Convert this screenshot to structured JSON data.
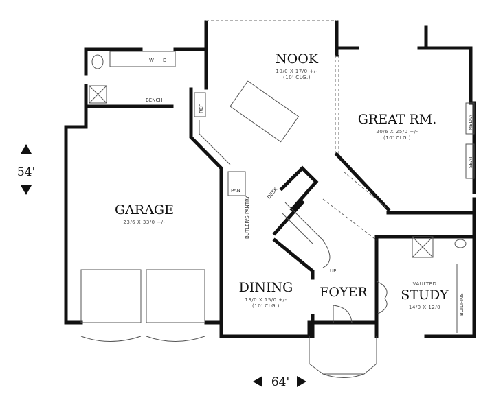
{
  "rooms": {
    "nook": {
      "name": "NOOK",
      "size": "10/0 X 17/0 +/-",
      "ceiling": "(10' CLG.)"
    },
    "great_room": {
      "name": "GREAT RM.",
      "size": "20/6 X 25/0 +/-",
      "ceiling": "(10' CLG.)"
    },
    "garage": {
      "name": "GARAGE",
      "size": "23/6 X 33/0 +/-"
    },
    "dining": {
      "name": "DINING",
      "size": "13/0 X 15/0 +/-",
      "ceiling": "(10' CLG.)"
    },
    "foyer": {
      "name": "FOYER"
    },
    "study": {
      "prefix": "VAULTED",
      "name": "STUDY",
      "size": "14/0 X 12/0"
    }
  },
  "fixtures": {
    "washer": "W",
    "dryer": "D",
    "bench": "BENCH",
    "ref": "REF",
    "pantry": "PAN",
    "butlers_pantry": "BUTLER'S PANTRY",
    "desk": "DESK",
    "up": "UP",
    "media": "MEDIA",
    "seat": "SEAT",
    "built_ins": "BUILT-INS"
  },
  "dimensions": {
    "depth": "54'",
    "width": "64'"
  }
}
